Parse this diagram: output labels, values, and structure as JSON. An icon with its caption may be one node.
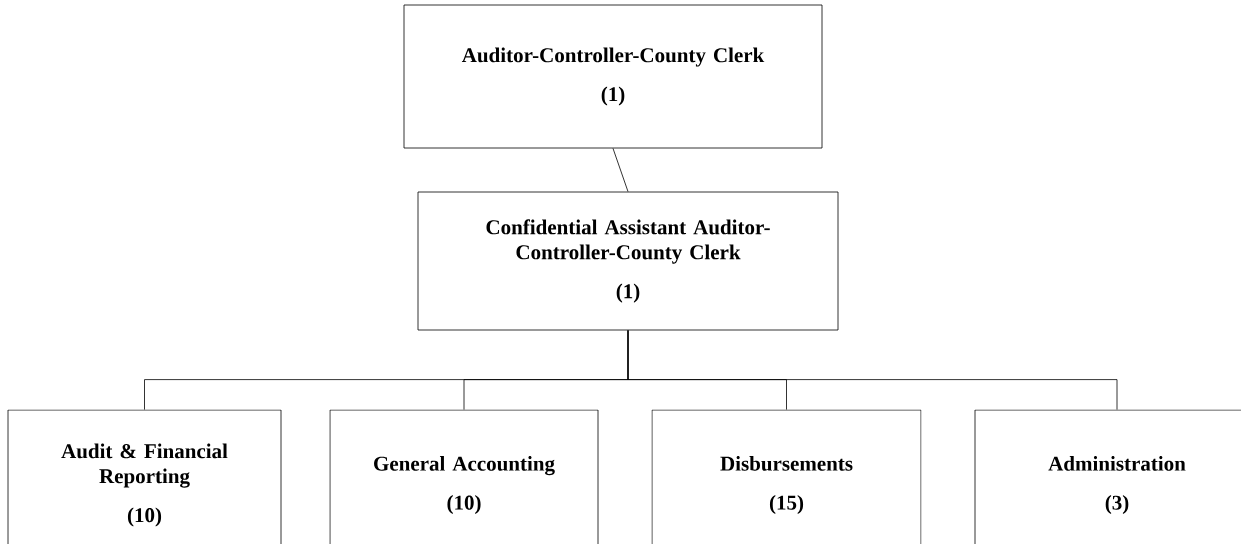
{
  "diagram": {
    "nodes": [
      {
        "text": [
          "Auditor-Controller-County Clerk",
          "(1)"
        ]
      },
      {
        "text": [
          "Confidential Assistant Auditor-Controller-County Clerk",
          "(1)"
        ]
      },
      {
        "text": [
          "Audit & Financial Reporting",
          "(10)"
        ]
      },
      {
        "text": [
          "General Accounting",
          "(10)"
        ]
      },
      {
        "text": [
          "Disbursements",
          "(15)"
        ]
      },
      {
        "text": [
          "Administration",
          "(3)"
        ]
      }
    ],
    "edges": [
      {
        "from": 0,
        "to": 1,
        "arrow": "none"
      },
      {
        "from": 1,
        "to": 2,
        "arrow": "none"
      },
      {
        "from": 1,
        "to": 3,
        "arrow": "none"
      },
      {
        "from": 1,
        "to": 4,
        "arrow": "none"
      },
      {
        "from": 1,
        "to": 5,
        "arrow": "none"
      }
    ]
  }
}
